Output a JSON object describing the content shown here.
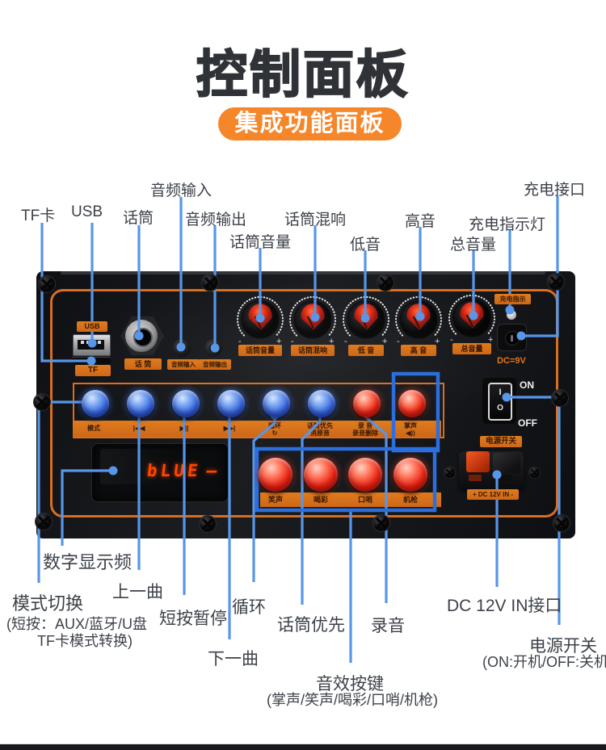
{
  "title": "控制面板",
  "badge": "集成功能面板",
  "colors": {
    "accent_orange": "#f6862a",
    "panel_orange": "#d96e1f",
    "line_blue": "#5796e8",
    "box_blue": "#2b6ede",
    "led_red": "#ff4500"
  },
  "callouts": {
    "top": [
      {
        "id": "tf-card",
        "label": "TF卡"
      },
      {
        "id": "usb",
        "label": "USB"
      },
      {
        "id": "mic",
        "label": "话筒"
      },
      {
        "id": "audio-in",
        "label": "音频输入"
      },
      {
        "id": "audio-out",
        "label": "音频输出"
      },
      {
        "id": "mic-volume",
        "label": "话筒音量"
      },
      {
        "id": "mic-reverb",
        "label": "话筒混响"
      },
      {
        "id": "bass",
        "label": "低音"
      },
      {
        "id": "treble",
        "label": "高音"
      },
      {
        "id": "master-volume",
        "label": "总音量"
      },
      {
        "id": "charge-led",
        "label": "充电指示灯"
      },
      {
        "id": "charge-port",
        "label": "充电接口"
      }
    ],
    "bottom": [
      {
        "id": "digital-display",
        "label": "数字显示频"
      },
      {
        "id": "mode-switch",
        "label": "模式切换",
        "sub1": "(短按：AUX/蓝牙/U盘",
        "sub2": "TF卡模式转换)"
      },
      {
        "id": "prev-track",
        "label": "上一曲"
      },
      {
        "id": "pause",
        "label": "短按暂停"
      },
      {
        "id": "loop",
        "label": "循环"
      },
      {
        "id": "next-track",
        "label": "下一曲"
      },
      {
        "id": "mic-priority",
        "label": "话筒优先"
      },
      {
        "id": "record",
        "label": "录音"
      },
      {
        "id": "sound-effects",
        "label": "音效按键",
        "sub1": "(掌声/笑声/喝彩/口哨/机枪)"
      },
      {
        "id": "dc12v",
        "label": "DC 12V IN接口"
      },
      {
        "id": "power",
        "label": "电源开关",
        "sub1": "(ON:开机/OFF:关机)"
      }
    ]
  },
  "panel": {
    "usb_label": "USB",
    "tf_label": "TF",
    "mic_label": "话 筒",
    "audio_in_label": "音频输入",
    "audio_out_label": "音频输出",
    "knob_minus": "-",
    "knob_plus": "+",
    "knobs": [
      {
        "label": "话筒音量"
      },
      {
        "label": "话筒混响"
      },
      {
        "label": "低 音"
      },
      {
        "label": "高 音"
      },
      {
        "label": "总音量"
      }
    ],
    "charge_led_label": "充电指示",
    "dc9v_label": "DC=9V",
    "power_on": "ON",
    "power_off": "OFF",
    "power_i": "I",
    "power_o": "O",
    "power_label": "电源开关",
    "buttons": [
      {
        "label": "模式",
        "sub": ""
      },
      {
        "label": "|◀◀",
        "sub": ""
      },
      {
        "label": "▶||",
        "sub": ""
      },
      {
        "label": "▶▶|",
        "sub": ""
      },
      {
        "label": "循环",
        "sub": "↻"
      },
      {
        "label": "话筒优先",
        "sub": "消原音"
      },
      {
        "label": "录 音",
        "sub": "录音删除"
      },
      {
        "label": "掌声",
        "sub": "◀))"
      }
    ],
    "effects": [
      {
        "label": "笑声"
      },
      {
        "label": "喝彩"
      },
      {
        "label": "口哨"
      },
      {
        "label": "机枪"
      }
    ],
    "display_text": "bLUE",
    "display_dash": "—",
    "dc12v_label": "+ DC 12V IN -"
  }
}
